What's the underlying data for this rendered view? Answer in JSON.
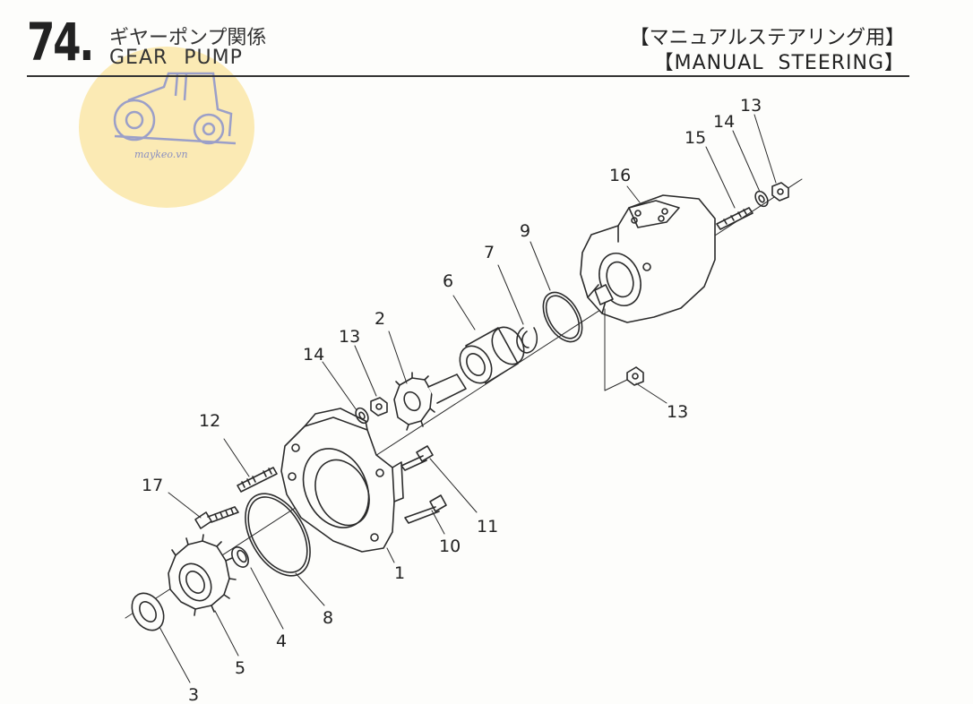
{
  "header": {
    "section_number": "74.",
    "title_jp": "ギヤーポンプ関係",
    "title_en": "GEAR  PUMP",
    "subtitle_jp": "【マニュアルステアリング用】",
    "subtitle_en": "【MANUAL  STEERING】"
  },
  "watermark": {
    "text": "maykeo.vn",
    "icon": "tractor-icon",
    "color": "#fbe7a8"
  },
  "callouts": [
    {
      "id": "label-1",
      "text": "1"
    },
    {
      "id": "label-2",
      "text": "2"
    },
    {
      "id": "label-3",
      "text": "3"
    },
    {
      "id": "label-4",
      "text": "4"
    },
    {
      "id": "label-5",
      "text": "5"
    },
    {
      "id": "label-6",
      "text": "6"
    },
    {
      "id": "label-7",
      "text": "7"
    },
    {
      "id": "label-8",
      "text": "8"
    },
    {
      "id": "label-9",
      "text": "9"
    },
    {
      "id": "label-10",
      "text": "10"
    },
    {
      "id": "label-11",
      "text": "11"
    },
    {
      "id": "label-12",
      "text": "12"
    },
    {
      "id": "label-13a",
      "text": "13"
    },
    {
      "id": "label-13b",
      "text": "13"
    },
    {
      "id": "label-13c",
      "text": "13"
    },
    {
      "id": "label-14a",
      "text": "14"
    },
    {
      "id": "label-14b",
      "text": "14"
    },
    {
      "id": "label-15",
      "text": "15"
    },
    {
      "id": "label-16",
      "text": "16"
    },
    {
      "id": "label-17",
      "text": "17"
    }
  ]
}
